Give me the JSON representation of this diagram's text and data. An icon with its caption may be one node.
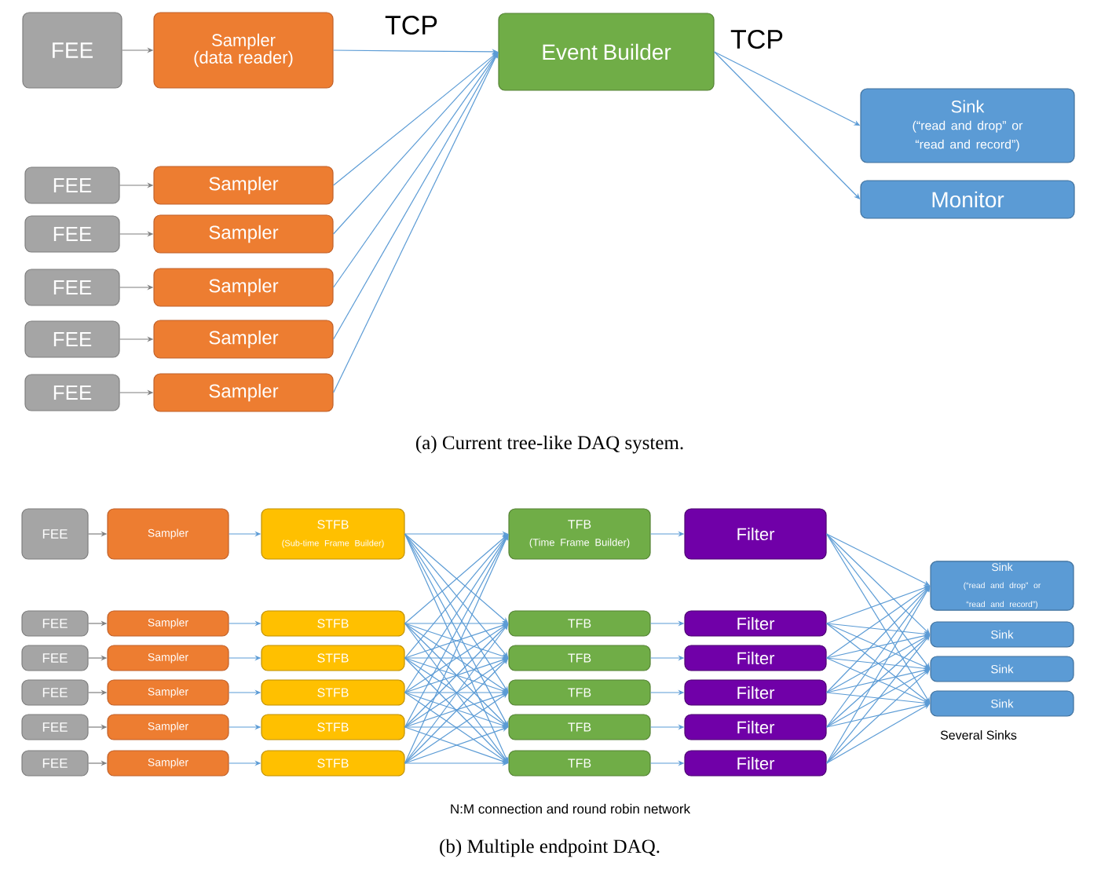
{
  "diagram": {
    "nodes": [
      {
        "text": [
          "FEE"
        ]
      },
      {
        "text": [
          "Sampler",
          "(data reader)"
        ]
      },
      {
        "text": [
          "Event  Builder"
        ]
      },
      {
        "text": [
          "Sink",
          "(“read and drop” or “read and record”)"
        ]
      },
      {
        "text": [
          "Monitor"
        ]
      },
      {
        "text": [
          "FEE"
        ]
      },
      {
        "text": [
          "Sampler"
        ]
      },
      {
        "text": [
          "FEE"
        ]
      },
      {
        "text": [
          "Sampler"
        ]
      },
      {
        "text": [
          "FEE"
        ]
      },
      {
        "text": [
          "Sampler"
        ]
      },
      {
        "text": [
          "FEE"
        ]
      },
      {
        "text": [
          "Sampler"
        ]
      },
      {
        "text": [
          "FEE"
        ]
      },
      {
        "text": [
          "Sampler"
        ]
      },
      {
        "text": [
          "FEE"
        ]
      },
      {
        "text": [
          "Sampler"
        ]
      },
      {
        "text": [
          "STFB",
          "(Sub-time Frame Builder)"
        ]
      },
      {
        "text": [
          "TFB",
          "(Time Frame Builder)"
        ]
      },
      {
        "text": [
          "Filter"
        ]
      },
      {
        "text": [
          "FEE"
        ]
      },
      {
        "text": [
          "Sampler"
        ]
      },
      {
        "text": [
          "STFB"
        ]
      },
      {
        "text": [
          "TFB"
        ]
      },
      {
        "text": [
          "Filter"
        ]
      },
      {
        "text": [
          "FEE"
        ]
      },
      {
        "text": [
          "Sampler"
        ]
      },
      {
        "text": [
          "STFB"
        ]
      },
      {
        "text": [
          "TFB"
        ]
      },
      {
        "text": [
          "Filter"
        ]
      },
      {
        "text": [
          "FEE"
        ]
      },
      {
        "text": [
          "Sampler"
        ]
      },
      {
        "text": [
          "STFB"
        ]
      },
      {
        "text": [
          "TFB"
        ]
      },
      {
        "text": [
          "Filter"
        ]
      },
      {
        "text": [
          "FEE"
        ]
      },
      {
        "text": [
          "Sampler"
        ]
      },
      {
        "text": [
          "STFB"
        ]
      },
      {
        "text": [
          "TFB"
        ]
      },
      {
        "text": [
          "Filter"
        ]
      },
      {
        "text": [
          "FEE"
        ]
      },
      {
        "text": [
          "Sampler"
        ]
      },
      {
        "text": [
          "STFB"
        ]
      },
      {
        "text": [
          "TFB"
        ]
      },
      {
        "text": [
          "Filter"
        ]
      },
      {
        "text": [
          "Sink",
          "(“read and drop” or “read and record”)"
        ]
      },
      {
        "text": [
          "Sink"
        ]
      },
      {
        "text": [
          "Sink"
        ]
      },
      {
        "text": [
          "Sink"
        ]
      }
    ],
    "edges": [
      {
        "from": 0,
        "to": 1,
        "arrow": "to",
        "color": "#7f7f7f"
      },
      {
        "from": 1,
        "to": 2,
        "arrow": "to"
      },
      {
        "from": 2,
        "to": 3,
        "arrow": "to"
      },
      {
        "from": 2,
        "to": 4,
        "arrow": "to"
      },
      {
        "from": 5,
        "to": 6,
        "arrow": "to",
        "color": "#7f7f7f"
      },
      {
        "from": 7,
        "to": 8,
        "arrow": "to",
        "color": "#7f7f7f"
      },
      {
        "from": 9,
        "to": 10,
        "arrow": "to",
        "color": "#7f7f7f"
      },
      {
        "from": 11,
        "to": 12,
        "arrow": "to",
        "color": "#7f7f7f"
      },
      {
        "from": 13,
        "to": 14,
        "arrow": "to",
        "color": "#7f7f7f"
      },
      {
        "from": 6,
        "to": 2,
        "arrow": "to"
      },
      {
        "from": 8,
        "to": 2,
        "arrow": "to"
      },
      {
        "from": 10,
        "to": 2,
        "arrow": "to"
      },
      {
        "from": 12,
        "to": 2,
        "arrow": "to"
      },
      {
        "from": 14,
        "to": 2,
        "arrow": "to"
      },
      {
        "from": 15,
        "to": 16,
        "arrow": "to",
        "color": "#7f7f7f"
      },
      {
        "from": 20,
        "to": 21,
        "arrow": "to",
        "color": "#7f7f7f"
      },
      {
        "from": 25,
        "to": 26,
        "arrow": "to",
        "color": "#7f7f7f"
      },
      {
        "from": 30,
        "to": 31,
        "arrow": "to",
        "color": "#7f7f7f"
      },
      {
        "from": 35,
        "to": 36,
        "arrow": "to",
        "color": "#7f7f7f"
      },
      {
        "from": 40,
        "to": 41,
        "arrow": "to",
        "color": "#7f7f7f"
      },
      {
        "from": 16,
        "to": 17,
        "arrow": "to"
      },
      {
        "from": 21,
        "to": 22,
        "arrow": "to"
      },
      {
        "from": 26,
        "to": 27,
        "arrow": "to"
      },
      {
        "from": 31,
        "to": 32,
        "arrow": "to"
      },
      {
        "from": 36,
        "to": 37,
        "arrow": "to"
      },
      {
        "from": 41,
        "to": 42,
        "arrow": "to"
      },
      {
        "from": 17,
        "to": 18,
        "arrow": "to"
      },
      {
        "from": 17,
        "to": 23,
        "arrow": "to"
      },
      {
        "from": 17,
        "to": 28,
        "arrow": "to"
      },
      {
        "from": 17,
        "to": 33,
        "arrow": "to"
      },
      {
        "from": 17,
        "to": 38,
        "arrow": "to"
      },
      {
        "from": 17,
        "to": 43,
        "arrow": "to"
      },
      {
        "from": 22,
        "to": 18,
        "arrow": "to"
      },
      {
        "from": 22,
        "to": 23,
        "arrow": "to"
      },
      {
        "from": 22,
        "to": 28,
        "arrow": "to"
      },
      {
        "from": 22,
        "to": 33,
        "arrow": "to"
      },
      {
        "from": 22,
        "to": 38,
        "arrow": "to"
      },
      {
        "from": 22,
        "to": 43,
        "arrow": "to"
      },
      {
        "from": 27,
        "to": 18,
        "arrow": "to"
      },
      {
        "from": 27,
        "to": 23,
        "arrow": "to"
      },
      {
        "from": 27,
        "to": 28,
        "arrow": "to"
      },
      {
        "from": 27,
        "to": 33,
        "arrow": "to"
      },
      {
        "from": 27,
        "to": 38,
        "arrow": "to"
      },
      {
        "from": 27,
        "to": 43,
        "arrow": "to"
      },
      {
        "from": 32,
        "to": 18,
        "arrow": "to"
      },
      {
        "from": 32,
        "to": 23,
        "arrow": "to"
      },
      {
        "from": 32,
        "to": 28,
        "arrow": "to"
      },
      {
        "from": 32,
        "to": 33,
        "arrow": "to"
      },
      {
        "from": 32,
        "to": 38,
        "arrow": "to"
      },
      {
        "from": 32,
        "to": 43,
        "arrow": "to"
      },
      {
        "from": 37,
        "to": 18,
        "arrow": "to"
      },
      {
        "from": 37,
        "to": 23,
        "arrow": "to"
      },
      {
        "from": 37,
        "to": 28,
        "arrow": "to"
      },
      {
        "from": 37,
        "to": 33,
        "arrow": "to"
      },
      {
        "from": 37,
        "to": 38,
        "arrow": "to"
      },
      {
        "from": 37,
        "to": 43,
        "arrow": "to"
      },
      {
        "from": 42,
        "to": 18,
        "arrow": "to"
      },
      {
        "from": 42,
        "to": 23,
        "arrow": "to"
      },
      {
        "from": 42,
        "to": 28,
        "arrow": "to"
      },
      {
        "from": 42,
        "to": 33,
        "arrow": "to"
      },
      {
        "from": 42,
        "to": 38,
        "arrow": "to"
      },
      {
        "from": 42,
        "to": 43,
        "arrow": "to"
      },
      {
        "from": 18,
        "to": 19,
        "arrow": "to"
      },
      {
        "from": 23,
        "to": 24,
        "arrow": "to"
      },
      {
        "from": 28,
        "to": 29,
        "arrow": "to"
      },
      {
        "from": 33,
        "to": 34,
        "arrow": "to"
      },
      {
        "from": 38,
        "to": 39,
        "arrow": "to"
      },
      {
        "from": 43,
        "to": 44,
        "arrow": "to"
      },
      {
        "from": 19,
        "to": 45,
        "arrow": "to"
      },
      {
        "from": 19,
        "to": 46,
        "arrow": "to"
      },
      {
        "from": 19,
        "to": 47,
        "arrow": "to"
      },
      {
        "from": 19,
        "to": 48,
        "arrow": "to"
      },
      {
        "from": 24,
        "to": 45,
        "arrow": "to"
      },
      {
        "from": 24,
        "to": 46,
        "arrow": "to"
      },
      {
        "from": 24,
        "to": 47,
        "arrow": "to"
      },
      {
        "from": 24,
        "to": 48,
        "arrow": "to"
      },
      {
        "from": 29,
        "to": 45,
        "arrow": "to"
      },
      {
        "from": 29,
        "to": 46,
        "arrow": "to"
      },
      {
        "from": 29,
        "to": 47,
        "arrow": "to"
      },
      {
        "from": 29,
        "to": 48,
        "arrow": "to"
      },
      {
        "from": 34,
        "to": 45,
        "arrow": "to"
      },
      {
        "from": 34,
        "to": 46,
        "arrow": "to"
      },
      {
        "from": 34,
        "to": 47,
        "arrow": "to"
      },
      {
        "from": 34,
        "to": 48,
        "arrow": "to"
      },
      {
        "from": 39,
        "to": 45,
        "arrow": "to"
      },
      {
        "from": 39,
        "to": 46,
        "arrow": "to"
      },
      {
        "from": 39,
        "to": 47,
        "arrow": "to"
      },
      {
        "from": 39,
        "to": 48,
        "arrow": "to"
      },
      {
        "from": 44,
        "to": 45,
        "arrow": "to"
      },
      {
        "from": 44,
        "to": 46,
        "arrow": "to"
      },
      {
        "from": 44,
        "to": 47,
        "arrow": "to"
      },
      {
        "from": 44,
        "to": 48,
        "arrow": "to"
      }
    ],
    "labels": [
      "TCP",
      "TCP",
      "(a) Current tree-like DAQ system.",
      "N:M connection and round robin network",
      "Several Sinks",
      "(b) Multiple endpoint DAQ."
    ]
  }
}
